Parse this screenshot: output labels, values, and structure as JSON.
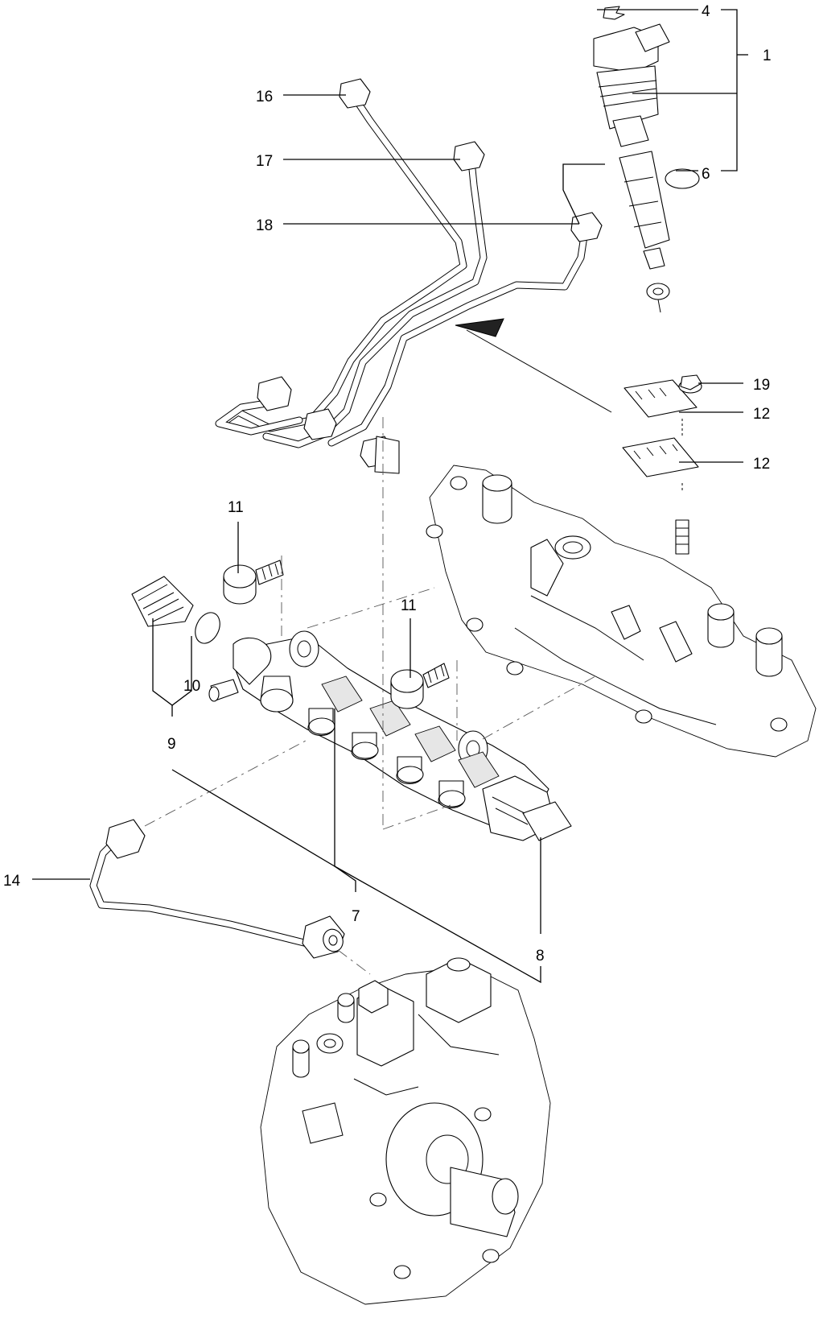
{
  "callouts": {
    "c1": "1",
    "c4": "4",
    "c6": "6",
    "c7": "7",
    "c8": "8",
    "c9": "9",
    "c10": "10",
    "c11a": "11",
    "c11b": "11",
    "c12a": "12",
    "c12b": "12",
    "c14": "14",
    "c16": "16",
    "c17": "17",
    "c18": "18",
    "c19": "19"
  },
  "colors": {
    "line": "#000000",
    "background": "#ffffff"
  }
}
